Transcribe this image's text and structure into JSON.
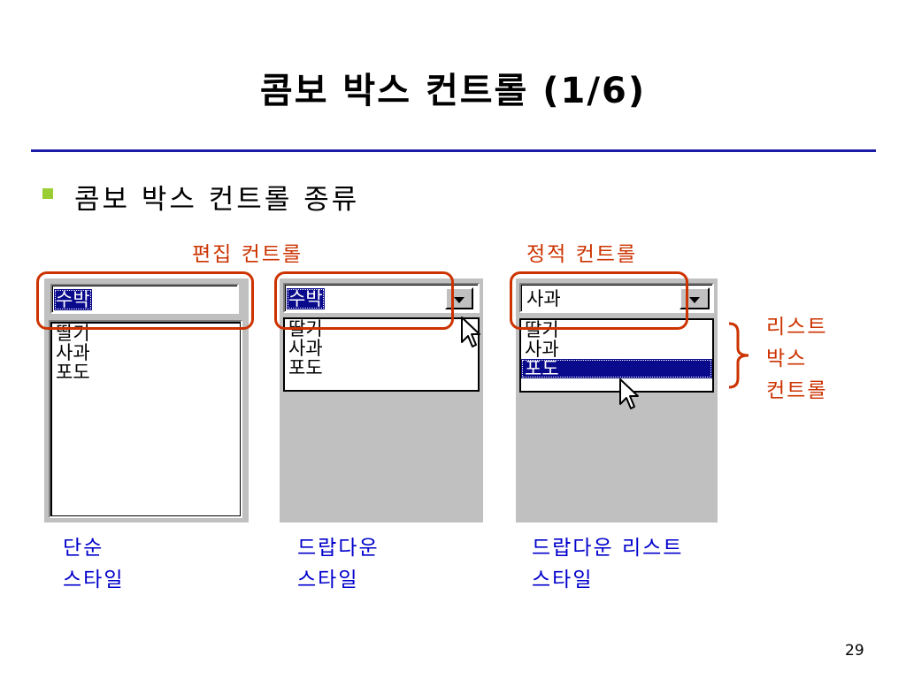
{
  "slide": {
    "title": "콤보 박스 컨트롤 (1/6)",
    "bullet": "콤보 박스 컨트롤 종류",
    "label_edit": "편집 컨트롤",
    "label_static": "정적 컨트롤",
    "label_listbox_1": "리스트",
    "label_listbox_2": "박스",
    "label_listbox_3": "컨트롤",
    "page_number": "29",
    "accent_color": "#cc3300",
    "rule_color": "#1c1ca8"
  },
  "simple": {
    "edit_value": "수박",
    "items": [
      "딸기",
      "사과",
      "포도"
    ],
    "caption_1": "단순",
    "caption_2": "스타일"
  },
  "dropdown": {
    "edit_value": "수박",
    "items": [
      "딸기",
      "사과",
      "포도"
    ],
    "caption_1": "드랍다운",
    "caption_2": "스타일"
  },
  "dropdown_list": {
    "static_value": "사과",
    "items": [
      "딸기",
      "사과",
      "포도"
    ],
    "selected_item": "포도",
    "caption_1": "드랍다운 리스트",
    "caption_2": "스타일"
  }
}
